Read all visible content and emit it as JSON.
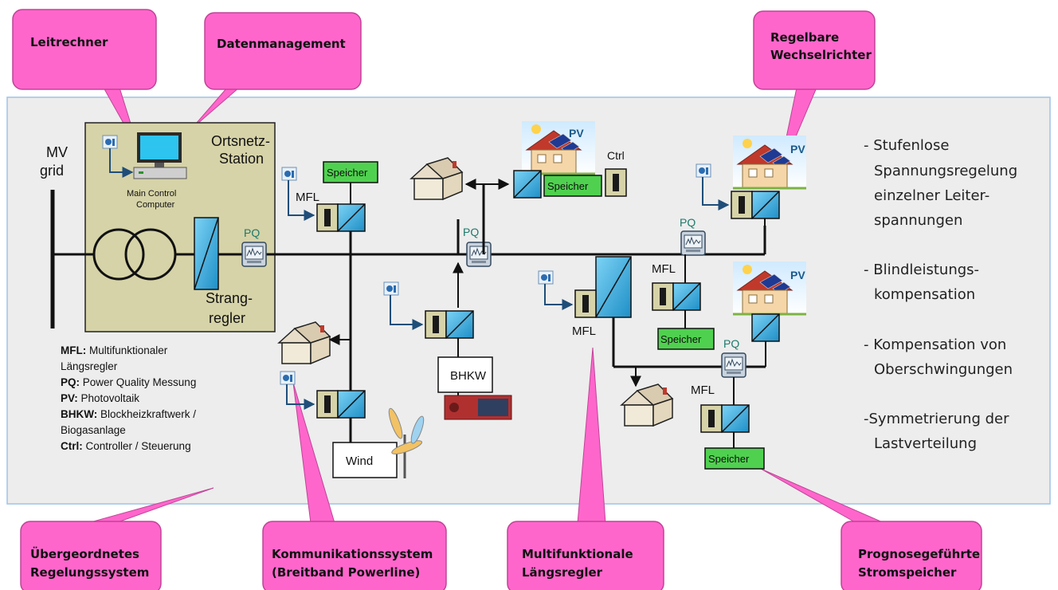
{
  "callouts": {
    "leitrechner": "Leitrechner",
    "datenmanagement": "Datenmanagement",
    "wechselrichter_1": "Regelbare",
    "wechselrichter_2": "Wechselrichter",
    "regelung_1": "Übergeordnetes",
    "regelung_2": "Regelungssystem",
    "komm_1": "Kommunikationssystem",
    "komm_2": "(Breitband Powerline)",
    "mfl_1": "Multifunktionale",
    "mfl_2": "Längsregler",
    "speicher_1": "Prognosegeführte",
    "speicher_2": "Stromspeicher"
  },
  "grid": {
    "mv_1": "MV",
    "mv_2": "grid"
  },
  "station": {
    "title_1": "Ortsnetz-",
    "title_2": "Station",
    "computer_1": "Main Control",
    "computer_2": "Computer",
    "strang_1": "Strang-",
    "strang_2": "regler"
  },
  "labels": {
    "pq": "PQ",
    "mfl": "MFL",
    "pv": "PV",
    "ctrl": "Ctrl",
    "speicher": "Speicher",
    "bhkw": "BHKW",
    "wind": "Wind"
  },
  "legend": [
    {
      "key": "MFL:",
      "text": " Multifunktionaler"
    },
    {
      "key": "",
      "text": "Längsregler"
    },
    {
      "key": "PQ:",
      "text": " Power Quality Messung"
    },
    {
      "key": "PV:",
      "text": " Photovoltaik"
    },
    {
      "key": "BHKW:",
      "text": " Blockheizkraftwerk /"
    },
    {
      "key": "",
      "text": "Biogasanlage"
    },
    {
      "key": "Ctrl:",
      "text": " Controller / Steuerung"
    }
  ],
  "features": [
    "- Stufenlose",
    "Spannungsregelung",
    "einzelner Leiter-",
    "spannungen",
    "- Blindleistungs-",
    "kompensation",
    "- Kompensation von",
    "Oberschwingungen",
    "-Symmetrierung der",
    "Lastverteilung"
  ],
  "colors": {
    "callout": "#ff66cc",
    "panel": "#ededed",
    "panel_border": "#9dc3e6",
    "station": "#d6d3a8",
    "converter": "#29a3d9",
    "speicher": "#4fd14f",
    "ctrl_box": "#d7d3a8"
  }
}
